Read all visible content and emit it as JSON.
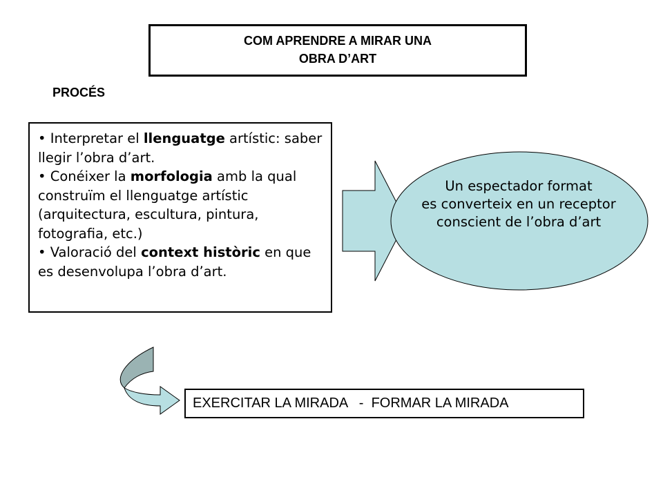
{
  "title": {
    "line1": "COM APRENDRE A MIRAR UNA",
    "line2": "OBRA D’ART"
  },
  "section_label": "PROCÉS",
  "process_items": [
    {
      "pre": "• Interpretar el ",
      "bold": "llenguatge",
      "post": " artístic: saber llegir l’obra d’art."
    },
    {
      "pre": "• Conéixer la ",
      "bold": "morfologia",
      "post": " amb la qual construïm el llenguatge artístic (arquitectura, escultura, pintura, fotografia, etc.)"
    },
    {
      "pre": "• Valoració del ",
      "bold": "context històric",
      "post": " en que es desenvolupa l’obra d’art."
    }
  ],
  "result": {
    "line1": "Un espectador format",
    "line2": "es converteix en un receptor",
    "line3": "conscient de l’obra d’art"
  },
  "bottom_label": "EXERCITAR LA MIRADA   -  FORMAR LA MIRADA",
  "colors": {
    "shape_fill": "#b7dfe2",
    "curved_arrow_dark": "#9ab3b3",
    "outline": "#000000"
  }
}
